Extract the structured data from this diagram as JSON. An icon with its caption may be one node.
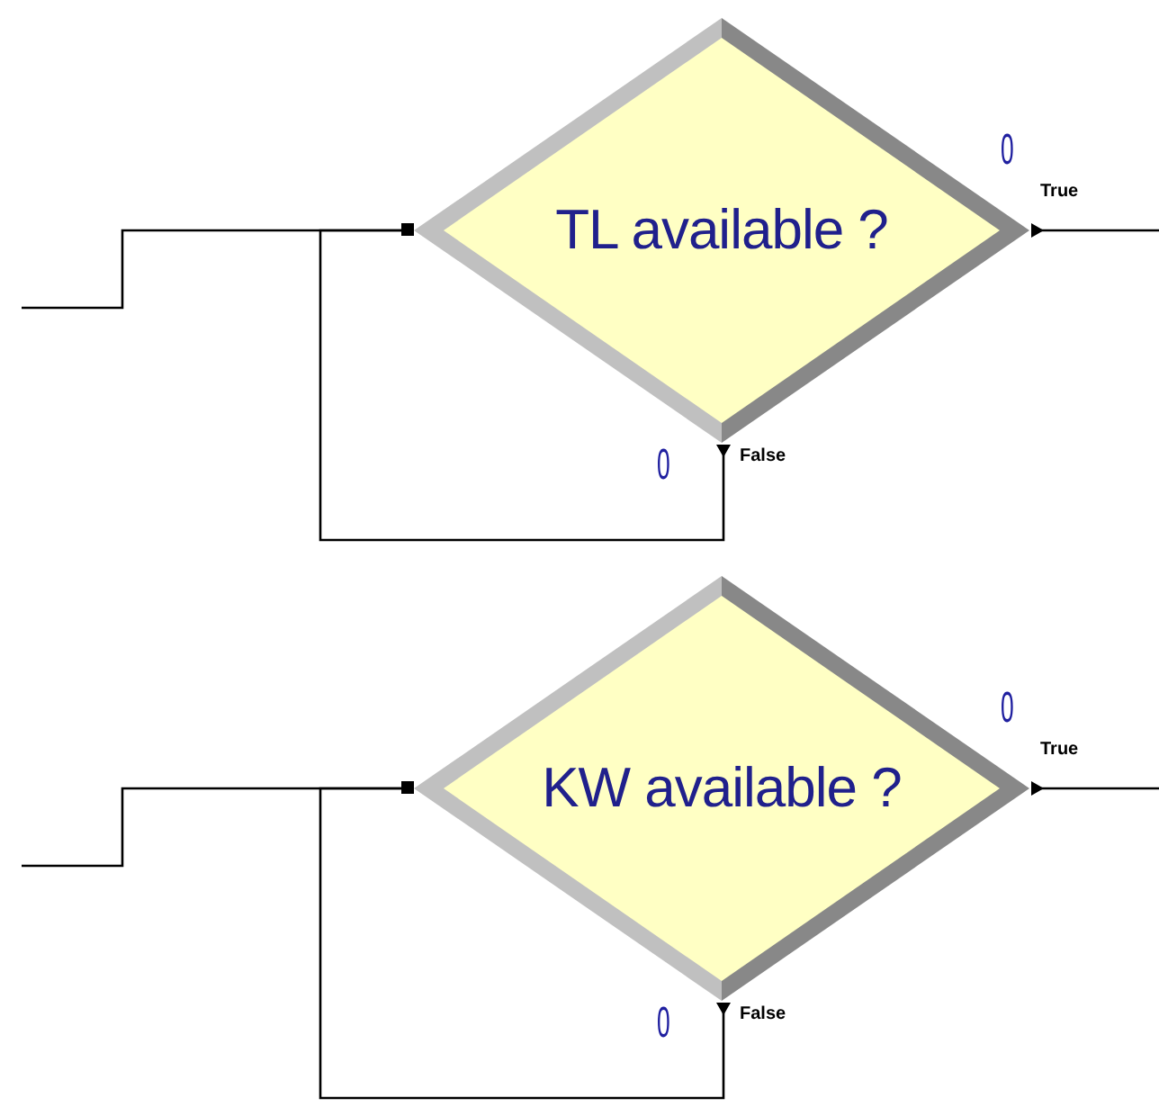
{
  "diagram": {
    "nodes": [
      {
        "text": [
          "TL available ?"
        ],
        "beside": [
          "0",
          "0"
        ]
      },
      {
        "text": [
          "KW available ?"
        ],
        "beside": [
          "0",
          "0"
        ]
      }
    ],
    "edges": [
      {
        "from": null,
        "to": 0,
        "arrow": "other"
      },
      {
        "from": 0,
        "to": null,
        "arrow": "other",
        "label": "True"
      },
      {
        "from": 0,
        "to": 0,
        "arrow": "other",
        "label": "False"
      },
      {
        "from": null,
        "to": 1,
        "arrow": "other"
      },
      {
        "from": 1,
        "to": null,
        "arrow": "other",
        "label": "True"
      },
      {
        "from": 1,
        "to": 1,
        "arrow": "other",
        "label": "False"
      }
    ]
  }
}
